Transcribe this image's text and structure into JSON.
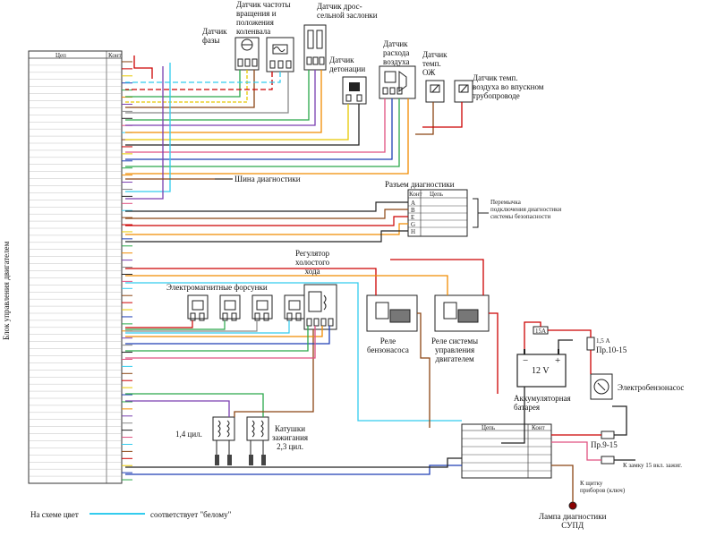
{
  "ecu": {
    "title": "Блок управления двигателем",
    "header_name": "Цеп",
    "header_pin": "Конт"
  },
  "sensors": {
    "phase": "Датчик\nфазы",
    "crank": "Датчик частоты\nвращения и\nположения\nколенвала",
    "throttle": "Датчик дрос-\nсельной заслонки",
    "knock": "Датчик\nдетонации",
    "maf": "Датчик\nрасхода\nвоздуха",
    "coolant": "Датчик\nтемп.\nОЖ",
    "air_temp": "Датчик темп.\nвоздуха во впускном\nтрубопроводе"
  },
  "diag_connector": {
    "title": "Разъем диагностики",
    "header_pin": "Конт",
    "header_circuit": "Цепь",
    "rows": [
      "A",
      "B",
      "E",
      "G",
      "H"
    ],
    "note": "Перемычка\nподключения диагностики\nсистемы безопасности"
  },
  "labels": {
    "bus": "Шина диагностики",
    "injectors": "Электромагнитные форсунки",
    "iac": "Регулятор\nхолостого\nхода",
    "pump_relay": "Реле\nбензонасоса",
    "main_relay": "Реле системы\nуправления\nдвигателем",
    "battery": "Аккумуляторная\nбатарея",
    "battery_voltage": "12 V",
    "fuel_pump": "Электробензонасос",
    "coil_14": "1,4 цил.",
    "coil_23": "Катушки\nзажигания\n2,3 цил.",
    "fuse_10": "Пр.10-15",
    "fuse_9": "Пр.9-15",
    "fuse_small": "1,5 А",
    "ignition": "К замку 15 вкл. зажиг.",
    "dash": "К щитку\nприборов (ключ)",
    "lamp": "Лампа диагностики\nСУПД",
    "fuse_box": "15А"
  },
  "relay_block": {
    "header_circuit": "Цепь",
    "header_pin": "Конт"
  },
  "legend": {
    "prefix": "На схеме цвет",
    "suffix": "соответствует \"белому\""
  },
  "colors": {
    "brown": "#8b4513",
    "red": "#cc0000",
    "yellow": "#e6c800",
    "blue": "#1f3fb5",
    "green": "#2aa84a",
    "orange": "#f08c00",
    "violet": "#7a3fb0",
    "gray": "#8a8a8a",
    "black": "#222222",
    "pink": "#e05080",
    "cyan": "#33ccee"
  }
}
